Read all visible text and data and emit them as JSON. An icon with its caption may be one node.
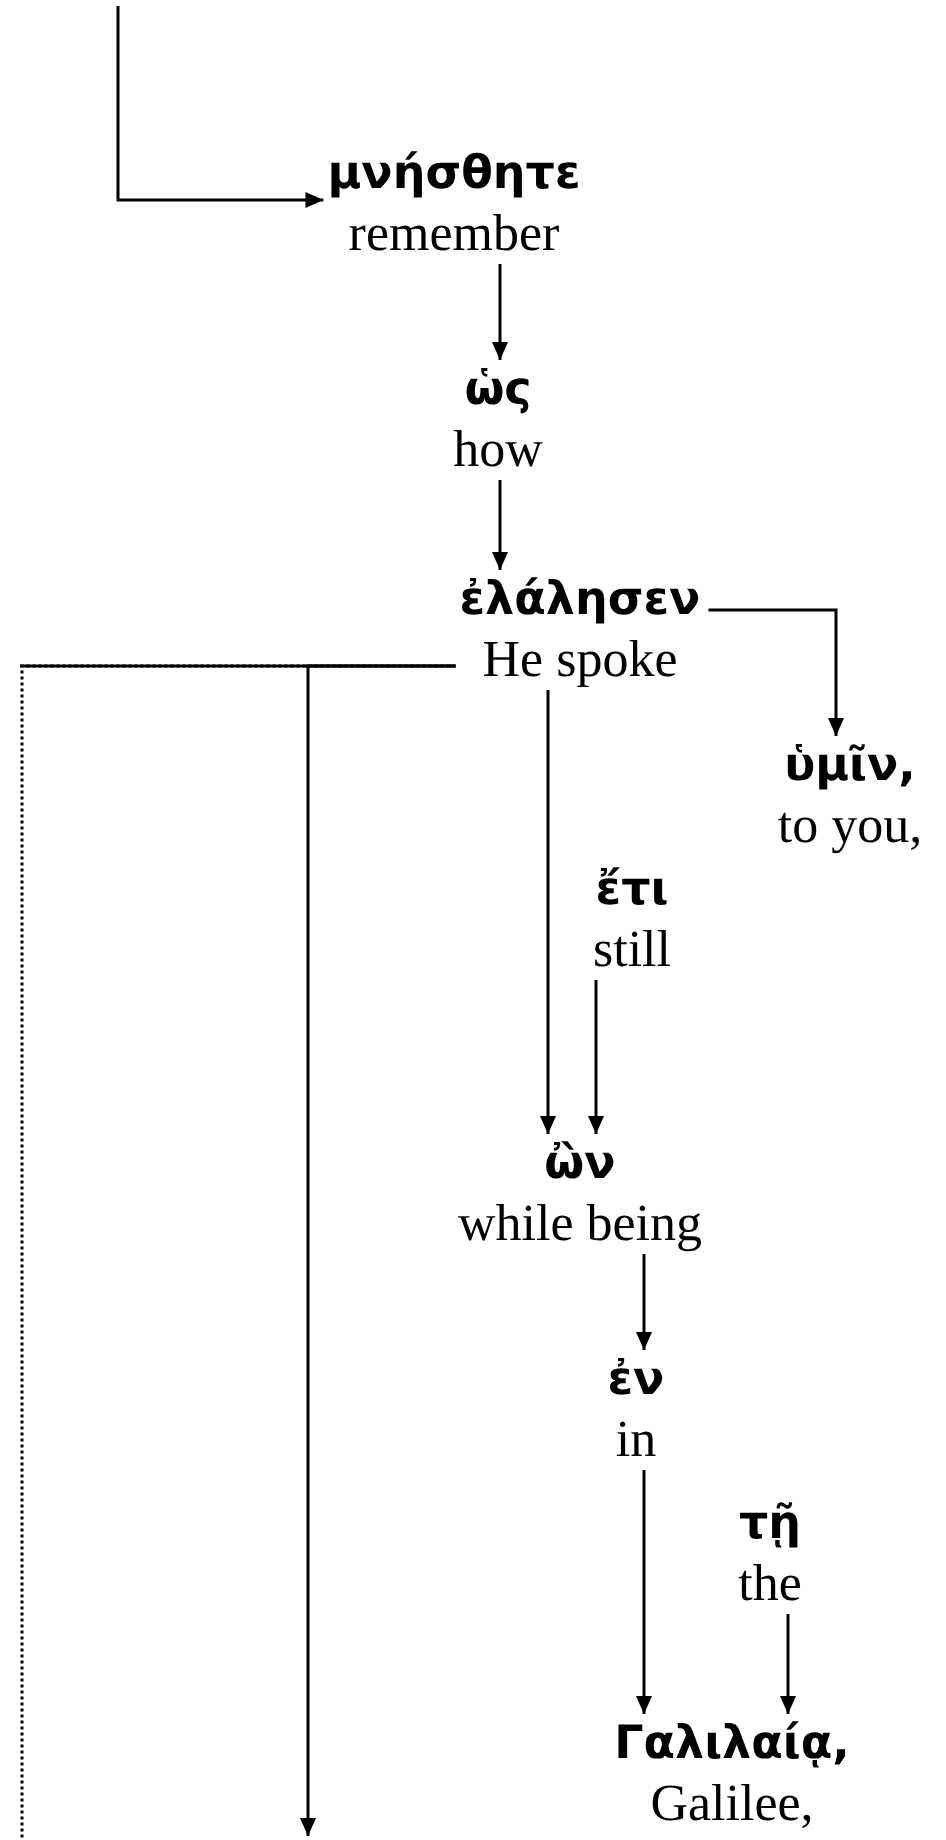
{
  "diagram": {
    "nodes": [
      {
        "text": [
          "μνήσθητε",
          "remember"
        ]
      },
      {
        "text": [
          "ὡς",
          "how"
        ]
      },
      {
        "text": [
          "ἐλάλησεν",
          "He spoke"
        ]
      },
      {
        "text": [
          "ὑμῖν,",
          "to you,"
        ]
      },
      {
        "text": [
          "ἔτι",
          "still"
        ]
      },
      {
        "text": [
          "ὢν",
          "while being"
        ]
      },
      {
        "text": [
          "ἐν",
          "in"
        ]
      },
      {
        "text": [
          "τῇ",
          "the"
        ]
      },
      {
        "text": [
          "Γαλιλαίᾳ,",
          "Galilee,"
        ]
      }
    ],
    "edges": [
      {
        "from": null,
        "to": 0,
        "arrow": "to"
      },
      {
        "from": 0,
        "to": 1,
        "arrow": "to"
      },
      {
        "from": 1,
        "to": 2,
        "arrow": "to"
      },
      {
        "from": 2,
        "to": 3,
        "arrow": "to"
      },
      {
        "from": 2,
        "to": 5,
        "arrow": "to"
      },
      {
        "from": 4,
        "to": 5,
        "arrow": "to"
      },
      {
        "from": 5,
        "to": 6,
        "arrow": "to"
      },
      {
        "from": 6,
        "to": 8,
        "arrow": "to"
      },
      {
        "from": 7,
        "to": 8,
        "arrow": "to"
      },
      {
        "from": 2,
        "to": null,
        "arrow": "to"
      },
      {
        "from": 2,
        "to": null,
        "arrow": "none",
        "style": "dashed"
      }
    ]
  }
}
